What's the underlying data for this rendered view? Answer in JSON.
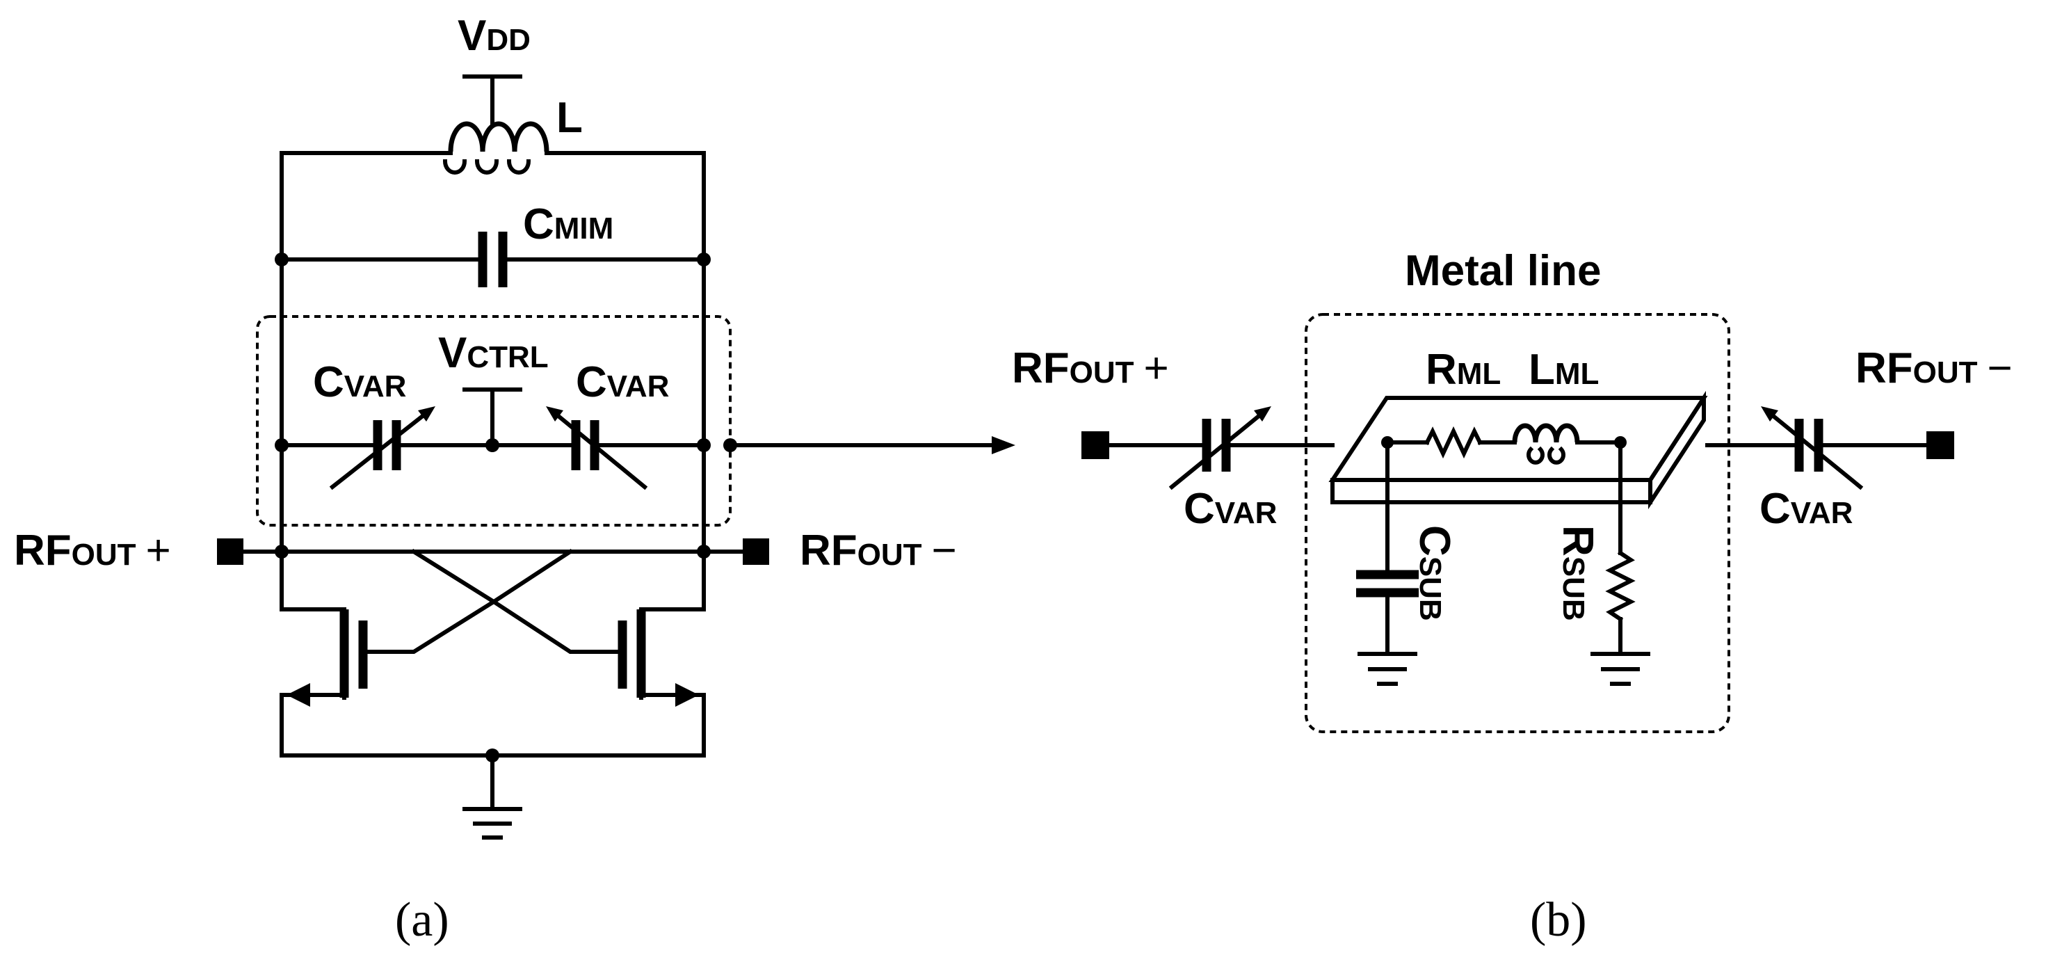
{
  "labels": {
    "vdd": {
      "main": "V",
      "sub": "DD"
    },
    "l": "L",
    "cmim": {
      "main": "C",
      "sub": "MIM"
    },
    "vctrl": {
      "main": "V",
      "sub": "CTRL"
    },
    "cvar": {
      "main": "C",
      "sub": "VAR"
    },
    "rfout": {
      "main": "RF",
      "sub": "OUT"
    },
    "plus": "+",
    "minus": "−",
    "metal_line": "Metal line",
    "rml": {
      "main": "R",
      "sub": "ML"
    },
    "lml": {
      "main": "L",
      "sub": "ML"
    },
    "csub": {
      "main": "C",
      "sub": "SUB"
    },
    "rsub": {
      "main": "R",
      "sub": "SUB"
    }
  },
  "captions": {
    "a": "(a)",
    "b": "(b)"
  }
}
